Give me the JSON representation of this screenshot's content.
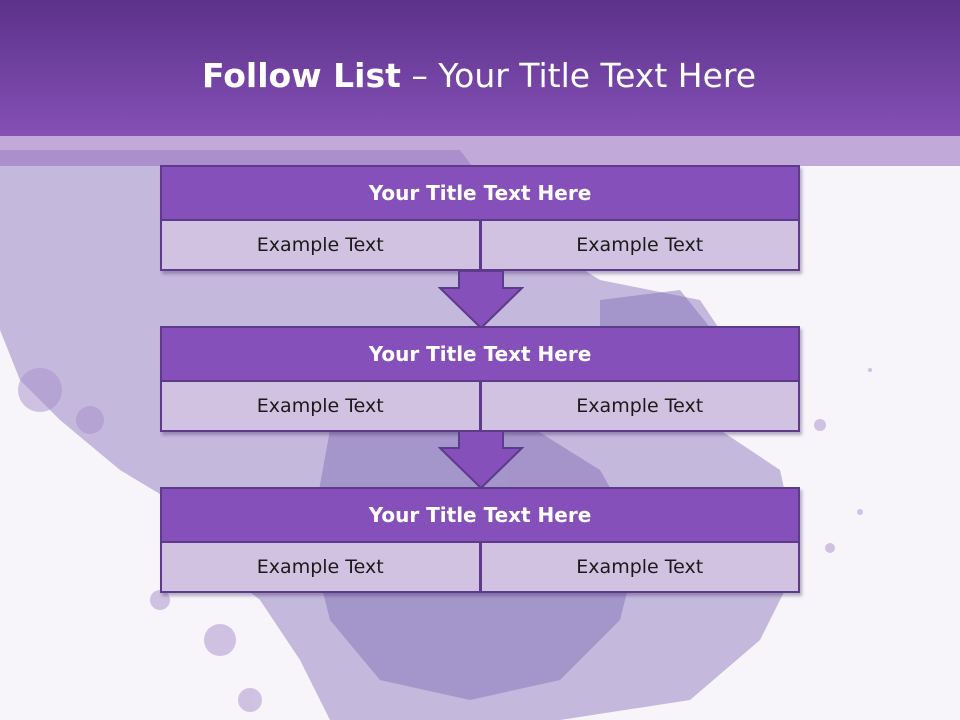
{
  "slide": {
    "title_bold": "Follow List",
    "title_rest": " – Your Title Text Here"
  },
  "blocks": [
    {
      "title": "Your Title Text Here",
      "left": "Example Text",
      "right": "Example Text"
    },
    {
      "title": "Your Title Text Here",
      "left": "Example Text",
      "right": "Example Text"
    },
    {
      "title": "Your Title Text Here",
      "left": "Example Text",
      "right": "Example Text"
    }
  ],
  "colors": {
    "header": "#8450b6",
    "block_title": "#8650bb",
    "cell": "#d2c2e2",
    "border": "#5d3a8a",
    "arrow": "#8650bb"
  }
}
